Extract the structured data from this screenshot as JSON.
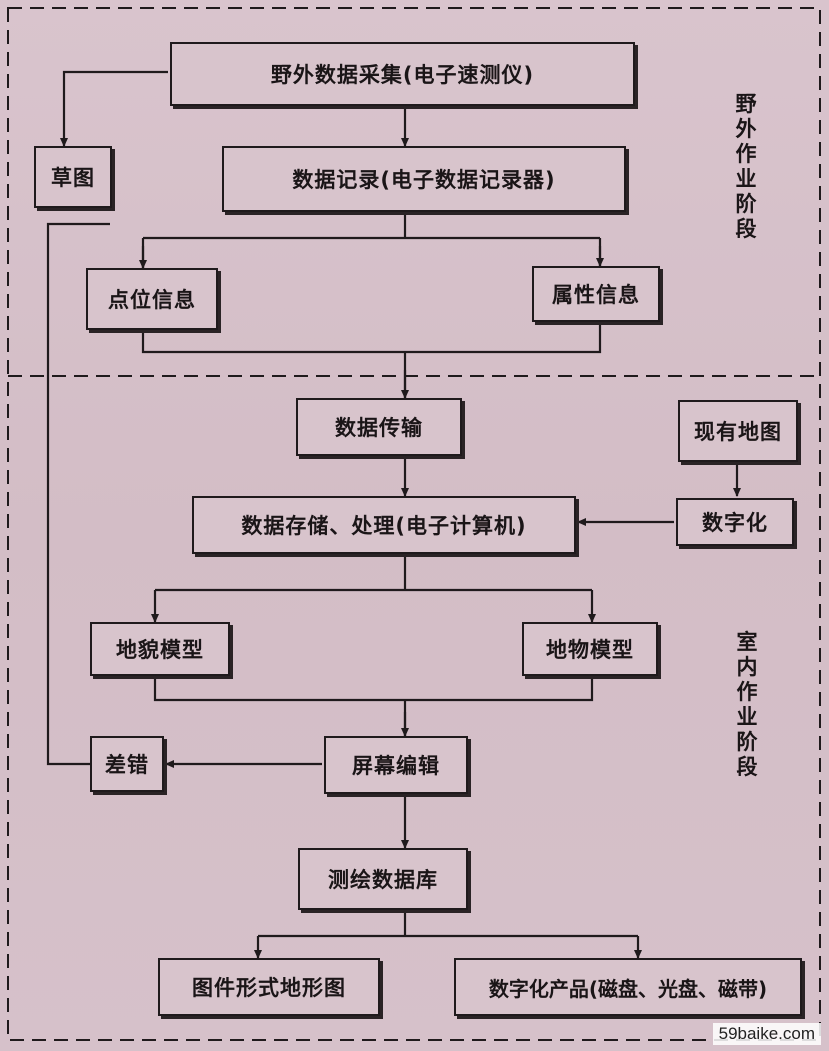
{
  "nodes": {
    "field_collection": "野外数据采集(电子速测仪)",
    "sketch": "草图",
    "data_record": "数据记录(电子数据记录器)",
    "point_info": "点位信息",
    "attribute_info": "属性信息",
    "data_transfer": "数据传输",
    "existing_map": "现有地图",
    "digitize": "数字化",
    "storage_processing": "数据存储、处理(电子计算机)",
    "terrain_model": "地貌模型",
    "feature_model": "地物模型",
    "error": "差错",
    "screen_edit": "屏幕编辑",
    "survey_db": "测绘数据库",
    "graphic_map": "图件形式地形图",
    "digital_product": "数字化产品(磁盘、光盘、磁带)"
  },
  "stages": {
    "field": "野外作业阶段",
    "indoor": "室内作业阶段"
  },
  "watermark": "59baike.com"
}
